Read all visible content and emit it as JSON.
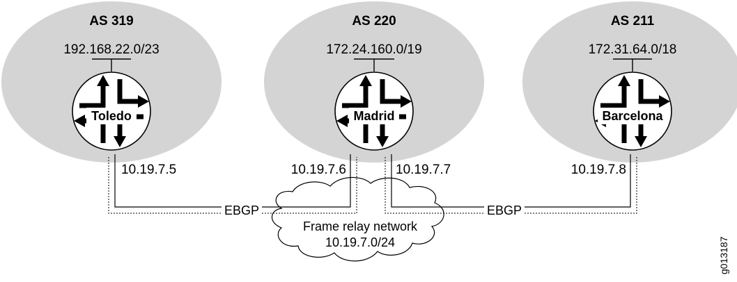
{
  "colors": {
    "as_fill": "#d4d4d4",
    "router_fill": "#ffffff",
    "line": "#000000",
    "cloud_fill": "#ffffff"
  },
  "autonomous_systems": [
    {
      "label": "AS 319",
      "prefix": "192.168.22.0/23",
      "router": "Toledo",
      "interface": "10.19.7.5"
    },
    {
      "label": "AS 220",
      "prefix": "172.24.160.0/19",
      "router": "Madrid",
      "interfaces": [
        "10.19.7.6",
        "10.19.7.7"
      ]
    },
    {
      "label": "AS 211",
      "prefix": "172.31.64.0/18",
      "router": "Barcelona",
      "interface": "10.19.7.8"
    }
  ],
  "links": [
    {
      "label": "EBGP"
    },
    {
      "label": "EBGP"
    }
  ],
  "cloud": {
    "line1": "Frame relay network",
    "line2": "10.19.7.0/24"
  },
  "figure_id": "g013187",
  "icons": [
    "router-icon",
    "cloud-icon"
  ]
}
